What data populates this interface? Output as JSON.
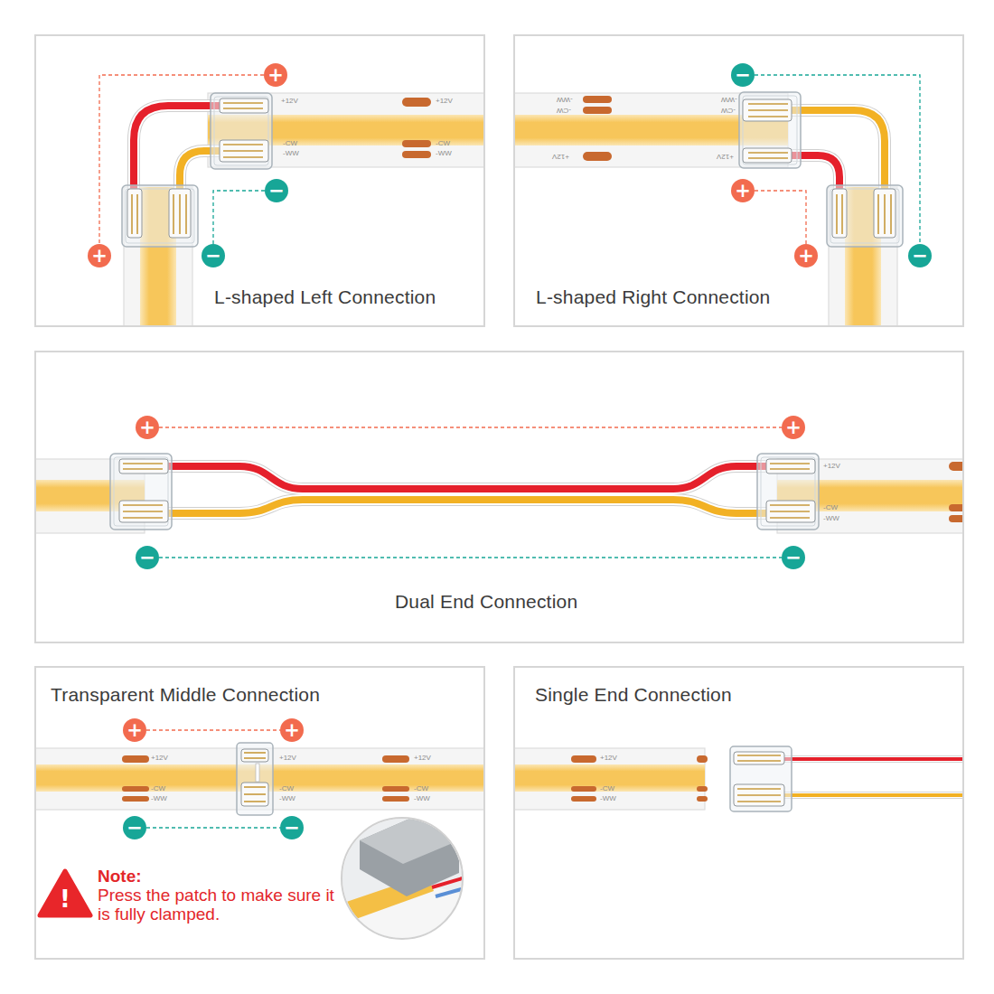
{
  "diagram": {
    "nodes": [
      {
        "text": [
          "L-shaped Left Connection"
        ]
      },
      {
        "text": [
          "+"
        ],
        "in": 0
      },
      {
        "text": [
          "−"
        ],
        "in": 0
      },
      {
        "text": [
          "+"
        ],
        "in": 0
      },
      {
        "text": [
          "−"
        ],
        "in": 0
      },
      {
        "text": [
          "L-shaped Right Connection"
        ]
      },
      {
        "text": [
          "−"
        ],
        "in": 5
      },
      {
        "text": [
          "+"
        ],
        "in": 5
      },
      {
        "text": [
          "+"
        ],
        "in": 5
      },
      {
        "text": [
          "−"
        ],
        "in": 5
      },
      {
        "text": [
          "Dual End Connection"
        ]
      },
      {
        "text": [
          "+"
        ],
        "in": 10
      },
      {
        "text": [
          "+"
        ],
        "in": 10
      },
      {
        "text": [
          "−"
        ],
        "in": 10
      },
      {
        "text": [
          "−"
        ],
        "in": 10
      },
      {
        "text": [
          "Transparent Middle Connection"
        ]
      },
      {
        "text": [
          "+"
        ],
        "in": 15
      },
      {
        "text": [
          "+"
        ],
        "in": 15
      },
      {
        "text": [
          "−"
        ],
        "in": 15
      },
      {
        "text": [
          "−"
        ],
        "in": 15
      },
      {
        "text": [
          "Single End Connection"
        ]
      }
    ],
    "edges": [
      {
        "from": 1,
        "to": 3,
        "arrow": "none"
      },
      {
        "from": 2,
        "to": 4,
        "arrow": "none"
      },
      {
        "from": 6,
        "to": 9,
        "arrow": "none"
      },
      {
        "from": 7,
        "to": 8,
        "arrow": "none"
      },
      {
        "from": 11,
        "to": 12,
        "arrow": "none"
      },
      {
        "from": 13,
        "to": 14,
        "arrow": "none"
      },
      {
        "from": 16,
        "to": 17,
        "arrow": "none"
      },
      {
        "from": 18,
        "to": 19,
        "arrow": "none"
      }
    ],
    "labels": [
      "+12V",
      "-CW",
      "-WW",
      "+12V",
      "-CW",
      "-WW",
      "-WW",
      "-CW",
      "+12V",
      "-WW",
      "-CW",
      "+12V",
      "+12V",
      "-CW",
      "-WW",
      "+12V",
      "-CW",
      "-WW",
      "+12V",
      "-CW",
      "-WW",
      "+12V",
      "-CW",
      "-WW",
      "!",
      "Note:",
      "Press the patch to make sure it is fully clamped.",
      "+12V",
      "-CW",
      "-WW"
    ]
  }
}
